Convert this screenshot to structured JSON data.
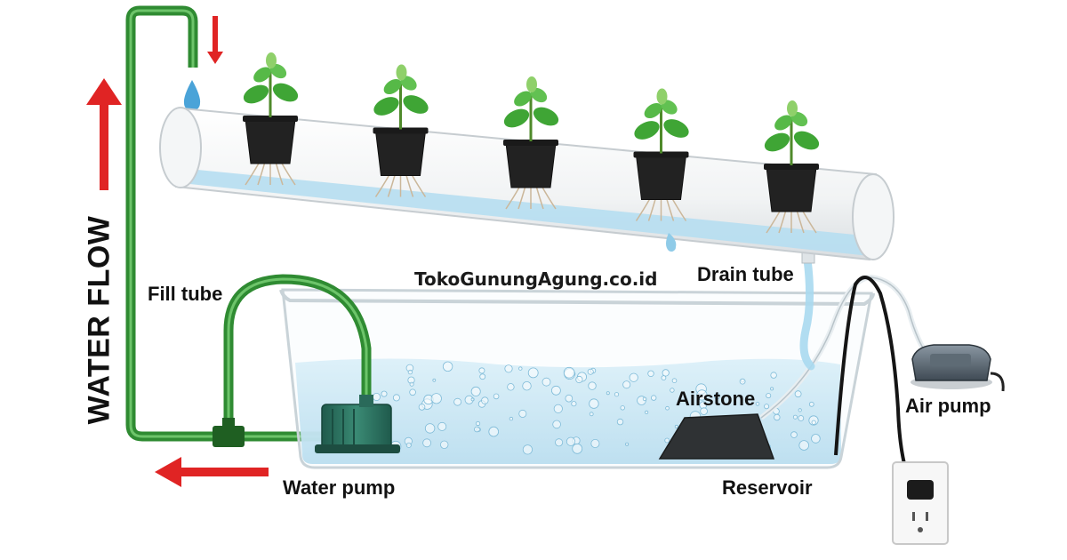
{
  "labels": {
    "water_flow": "WATER FLOW",
    "fill_tube": "Fill tube",
    "drain_tube": "Drain tube",
    "airstone": "Airstone",
    "air_pump": "Air pump",
    "water_pump": "Water pump",
    "reservoir": "Reservoir"
  },
  "watermark": "TokoGunungAgung.co.id",
  "plant_count": 5,
  "colors": {
    "flow_arrow": "#e02424",
    "fill_tube": "#3a9a3a",
    "water": "#bfe3f3",
    "pump": "#2e6e5e",
    "plant_leaf": "#3fa535"
  }
}
